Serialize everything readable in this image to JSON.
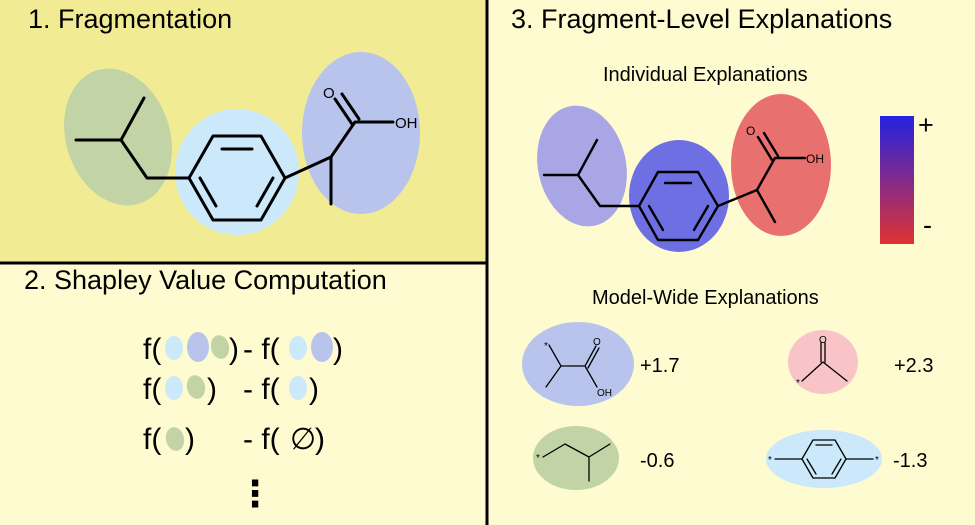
{
  "panels": {
    "fragmentation": {
      "title": "1. Fragmentation",
      "atoms": {
        "oxygen": "O",
        "hydroxyl": "OH"
      }
    },
    "shapley": {
      "title": "2. Shapley Value Computation",
      "rows": [
        {
          "left_open": "f(",
          "left_close": ")",
          "right_open": "- f(",
          "right_close": ")"
        },
        {
          "left_open": "f(",
          "left_close": ")",
          "right_open": "- f(",
          "right_close": ")"
        },
        {
          "left_open": "f(",
          "left_close": ")",
          "right_open": "- f(",
          "right_close": ")",
          "empty_set": "∅"
        }
      ],
      "ellipsis": "⋮"
    },
    "fragment_level": {
      "title": "3. Fragment-Level Explanations",
      "individual_title": "Individual Explanations",
      "individual_atoms": {
        "oxygen": "O",
        "hydroxyl": "OH"
      },
      "colorbar": {
        "plus": "+",
        "minus": "-",
        "top_color": "#2323e0",
        "bottom_color": "#e03333"
      },
      "model_wide_title": "Model-Wide Explanations",
      "model_wide": [
        {
          "fragment": "propanoic-acid",
          "value": "+1.7",
          "color": "#b8c4ec",
          "atoms": {
            "oxygen": "O",
            "hydroxyl": "OH",
            "attach": "*"
          }
        },
        {
          "fragment": "acetyl",
          "value": "+2.3",
          "color": "#f8c4c8",
          "atoms": {
            "oxygen": "O",
            "attach": "*"
          }
        },
        {
          "fragment": "isobutyl",
          "value": "-0.6",
          "color": "#c2d4a6",
          "atoms": {
            "attach": "*"
          }
        },
        {
          "fragment": "phenylene",
          "value": "-1.3",
          "color": "#cbe9fa",
          "atoms": {
            "attach_left": "*",
            "attach_right": "*"
          }
        }
      ]
    }
  },
  "colors": {
    "panel1_bg": "#f1ec94",
    "panel_bg": "#fffbd0",
    "isobutyl": "#c2d4a6",
    "benzene": "#cbe9fa",
    "acid": "#b8c4ec",
    "individual_isobutyl": "#a8a6e4",
    "individual_benzene": "#6f6fe4",
    "individual_acid": "#e8706e"
  }
}
